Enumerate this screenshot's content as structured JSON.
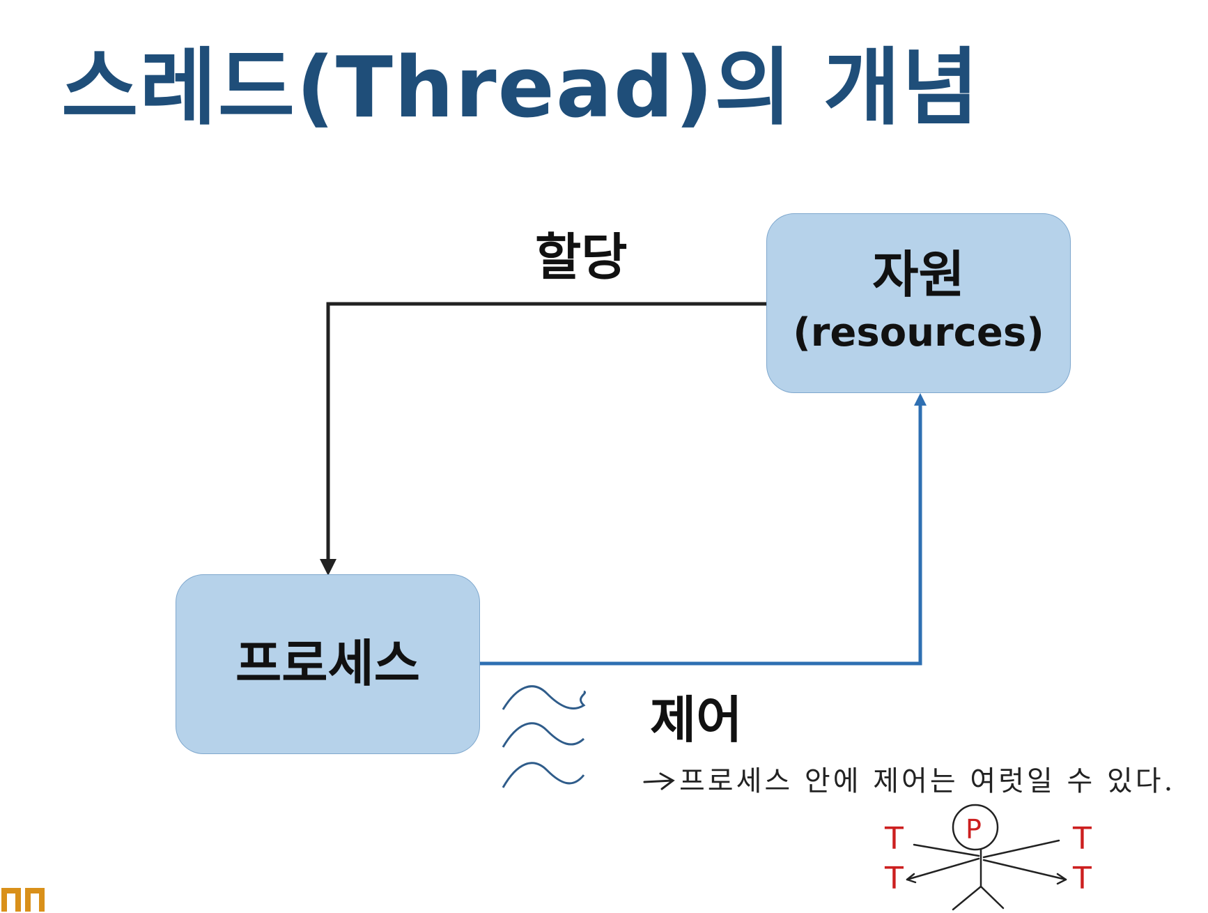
{
  "title": "스레드(Thread)의 개념",
  "nodes": {
    "resources": {
      "label": "자원",
      "sublabel": "(resources)"
    },
    "process": {
      "label": "프로세스"
    }
  },
  "edges": {
    "allocation": {
      "label": "할당"
    },
    "control": {
      "label": "제어"
    }
  },
  "annotation": {
    "note": "프로세스 안에 제어는 여럿일 수 있다.",
    "stick_figure": {
      "center_letter": "P",
      "thread_letters": [
        "T",
        "T",
        "T",
        "T"
      ]
    }
  },
  "colors": {
    "title": "#1f4e79",
    "box_fill": "#b6d2ea",
    "box_border": "#7ea7cd",
    "allocation_arrow": "#222222",
    "control_arrow": "#2e6fb2",
    "waves": "#2f5c8a",
    "red_annotation": "#cc1f1f",
    "logo": "#d9901a"
  }
}
